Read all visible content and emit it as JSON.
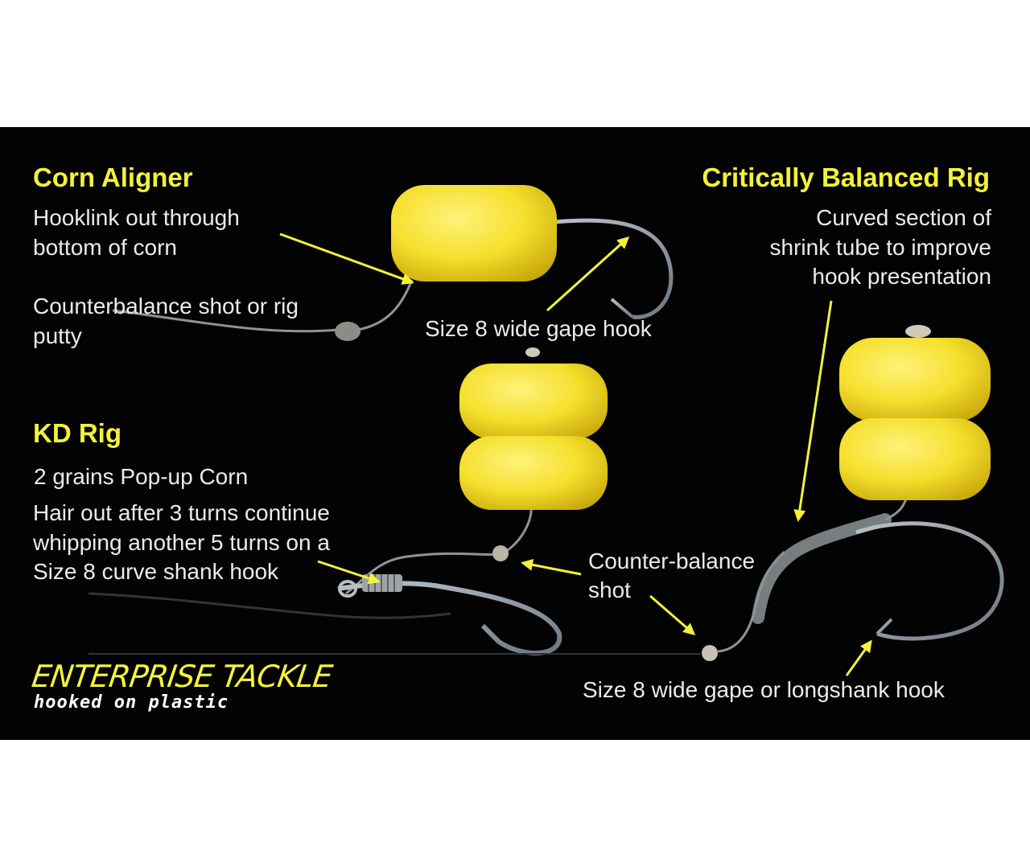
{
  "corn_aligner": {
    "title": "Corn Aligner",
    "desc_lines": [
      "Hooklink out through",
      "bottom of corn"
    ],
    "counter_lines": [
      "Counterbalance shot or rig",
      "putty"
    ],
    "hook_label": "Size 8 wide gape hook"
  },
  "critically_balanced": {
    "title": "Critically Balanced Rig",
    "desc_lines": [
      "Curved section of",
      "shrink tube to improve",
      "hook presentation"
    ],
    "hook_label": "Size 8 wide gape or longshank hook"
  },
  "kd_rig": {
    "title": "KD Rig",
    "lines": [
      "2 grains Pop-up Corn",
      "Hair out after 3 turns continue",
      "whipping another 5 turns on a",
      "Size 8 curve shank hook"
    ]
  },
  "counter_balance_lines": [
    "Counter-balance",
    "shot"
  ],
  "brand": {
    "name": "ENTERPRISE TACKLE",
    "tagline": "hooked on plastic"
  },
  "colors": {
    "background": "#030303",
    "accent": "#f2f23a",
    "text": "#ebebeb",
    "corn": "#f5e13a"
  }
}
